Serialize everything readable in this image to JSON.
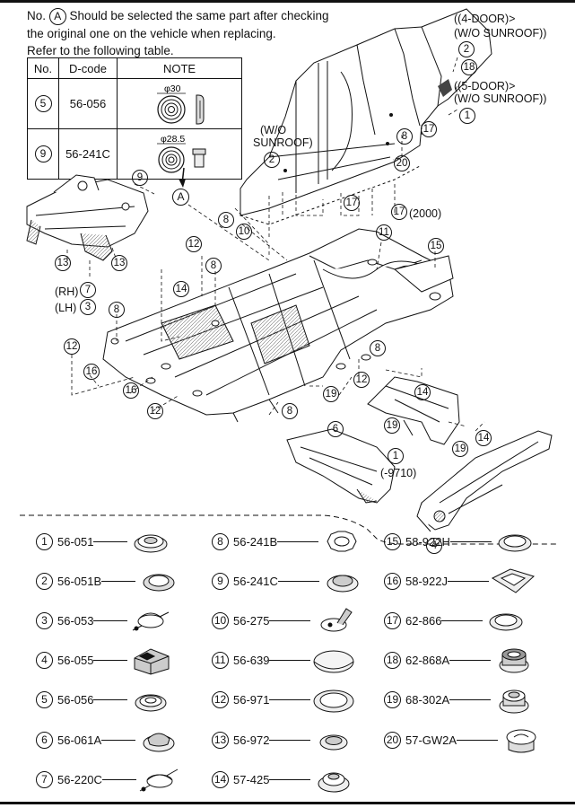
{
  "note": {
    "line1_before": "No.",
    "line1_marker": "A",
    "line1_after": "Should be selected the same part after checking",
    "line2": "the original one on the vehicle when replacing.",
    "line3": "Refer to the following table."
  },
  "table": {
    "headers": [
      "No.",
      "D-code",
      "NOTE"
    ],
    "rows": [
      {
        "no": "5",
        "dcode": "56-056",
        "dim": "φ30"
      },
      {
        "no": "9",
        "dcode": "56-241C",
        "dim": "φ28.5"
      }
    ]
  },
  "marker_a": "A",
  "callouts": {
    "door4": "((4-DOOR)>",
    "wo_sunroof_4": "(W/O SUNROOF))",
    "door5": "((5-DOOR)>",
    "wo_sunroof_5": "(W/O SUNROOF))",
    "wo_label": "(W/O",
    "sunroof_label": "SUNROOF)",
    "rh": "(RH)",
    "lh": "(LH)",
    "year_2000": "(2000)",
    "year_9710": "(-9710)"
  },
  "diagram_numbers": [
    "2",
    "18",
    "1",
    "17",
    "8",
    "20",
    "2",
    "8",
    "10",
    "17",
    "17",
    "9",
    "11",
    "15",
    "12",
    "8",
    "14",
    "13",
    "13",
    "7",
    "3",
    "8",
    "12",
    "16",
    "16",
    "12",
    "8",
    "19",
    "12",
    "14",
    "19",
    "6",
    "1",
    "19",
    "14",
    "4",
    "8"
  ],
  "legend": [
    {
      "no": "1",
      "code": "56-051"
    },
    {
      "no": "2",
      "code": "56-051B"
    },
    {
      "no": "3",
      "code": "56-053"
    },
    {
      "no": "4",
      "code": "56-055"
    },
    {
      "no": "5",
      "code": "56-056"
    },
    {
      "no": "6",
      "code": "56-061A"
    },
    {
      "no": "7",
      "code": "56-220C"
    },
    {
      "no": "8",
      "code": "56-241B"
    },
    {
      "no": "9",
      "code": "56-241C"
    },
    {
      "no": "10",
      "code": "56-275"
    },
    {
      "no": "11",
      "code": "56-639"
    },
    {
      "no": "12",
      "code": "56-971"
    },
    {
      "no": "13",
      "code": "56-972"
    },
    {
      "no": "14",
      "code": "57-425"
    },
    {
      "no": "15",
      "code": "58-922H"
    },
    {
      "no": "16",
      "code": "58-922J"
    },
    {
      "no": "17",
      "code": "62-866"
    },
    {
      "no": "18",
      "code": "62-868A"
    },
    {
      "no": "19",
      "code": "68-302A"
    },
    {
      "no": "20",
      "code": "57-GW2A"
    }
  ]
}
